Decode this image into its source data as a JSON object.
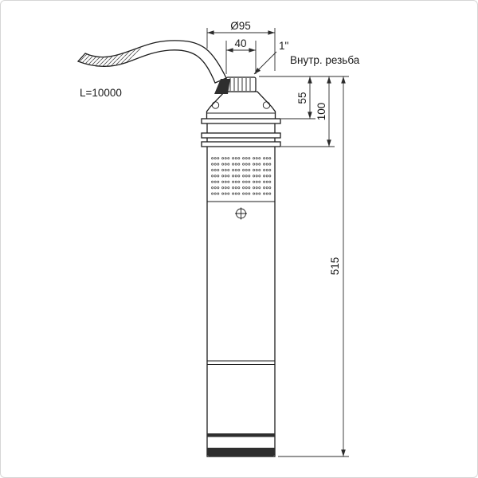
{
  "drawing": {
    "labels": {
      "diameter": "Ø95",
      "thread_width": "40",
      "thread_size": "1\"",
      "thread_note": "Внутр. резьба",
      "dim_head": "55",
      "dim_top_section": "100",
      "dim_total": "515",
      "cable_length": "L=10000"
    },
    "colors": {
      "line": "#1c1c1c",
      "dimension_line": "#2b2b2b",
      "fill_dark": "#2e2e2e",
      "background": "#ffffff"
    }
  }
}
